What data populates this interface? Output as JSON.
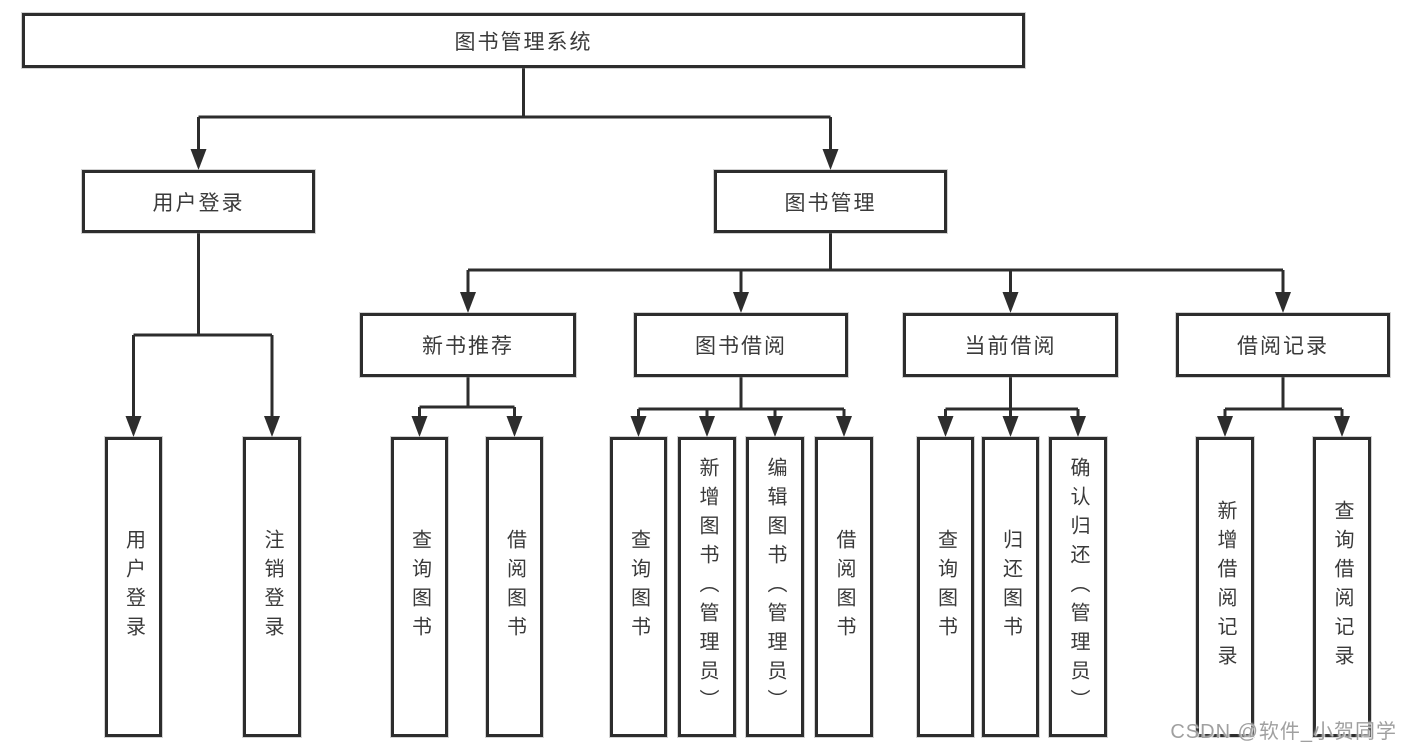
{
  "diagram_title": "图书管理系统",
  "tree": {
    "label": "图书管理系统",
    "children": [
      {
        "label": "用户登录",
        "children": [
          {
            "label": "用户登录"
          },
          {
            "label": "注销登录"
          }
        ]
      },
      {
        "label": "图书管理",
        "children": [
          {
            "label": "新书推荐",
            "children": [
              {
                "label": "查询图书"
              },
              {
                "label": "借阅图书"
              }
            ]
          },
          {
            "label": "图书借阅",
            "children": [
              {
                "label": "查询图书"
              },
              {
                "label": "新增图书（管理员）"
              },
              {
                "label": "编辑图书（管理员）"
              },
              {
                "label": "借阅图书"
              }
            ]
          },
          {
            "label": "当前借阅",
            "children": [
              {
                "label": "查询图书"
              },
              {
                "label": "归还图书"
              },
              {
                "label": "确认归还（管理员）"
              }
            ]
          },
          {
            "label": "借阅记录",
            "children": [
              {
                "label": "新增借阅记录"
              },
              {
                "label": "查询借阅记录"
              }
            ]
          }
        ]
      }
    ]
  },
  "watermark": {
    "text": "CSDN @软件_小贺同学"
  },
  "colors": {
    "line": "#2d2d2d",
    "text": "#3a3a3a",
    "box_background": "#ffffff",
    "watermark": "#a0a0a0"
  }
}
